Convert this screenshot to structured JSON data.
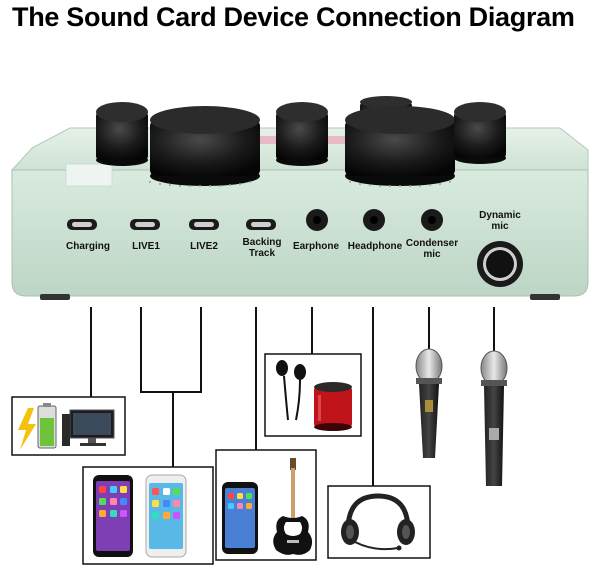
{
  "title": "The Sound Card Device Connection Diagram",
  "ports": [
    {
      "label": "Charging",
      "kind": "usb-port"
    },
    {
      "label": "LIVE1",
      "kind": "usb-port"
    },
    {
      "label": "LIVE2",
      "kind": "usb-port"
    },
    {
      "label": "Backing",
      "label2": "Track",
      "kind": "usb-port"
    },
    {
      "label": "Earphone",
      "kind": "audio-jack"
    },
    {
      "label": "Headphone",
      "kind": "audio-jack"
    },
    {
      "label": "Condenser",
      "label2": "mic",
      "kind": "audio-jack"
    },
    {
      "label": "Dynamic",
      "label2": "mic",
      "kind": "large-jack"
    }
  ],
  "devices": [
    {
      "name": "battery-and-computer",
      "icons": [
        "battery-icon",
        "lightning-icon",
        "computer-icon"
      ]
    },
    {
      "name": "two-phones",
      "icons": [
        "phone-icon",
        "phone-icon"
      ]
    },
    {
      "name": "phone-and-guitar",
      "icons": [
        "phone-icon",
        "guitar-icon"
      ]
    },
    {
      "name": "earphones-and-speaker",
      "icons": [
        "earphones-icon",
        "speaker-icon"
      ]
    },
    {
      "name": "headset",
      "icons": [
        "headset-icon"
      ]
    },
    {
      "name": "condenser-microphone",
      "icons": [
        "microphone-icon"
      ]
    },
    {
      "name": "dynamic-microphone",
      "icons": [
        "microphone-icon"
      ]
    }
  ],
  "colors": {
    "device_body": "#cfe3d6",
    "device_panel": "#bcd6c5",
    "knob": "#161616",
    "line": "#111111"
  }
}
